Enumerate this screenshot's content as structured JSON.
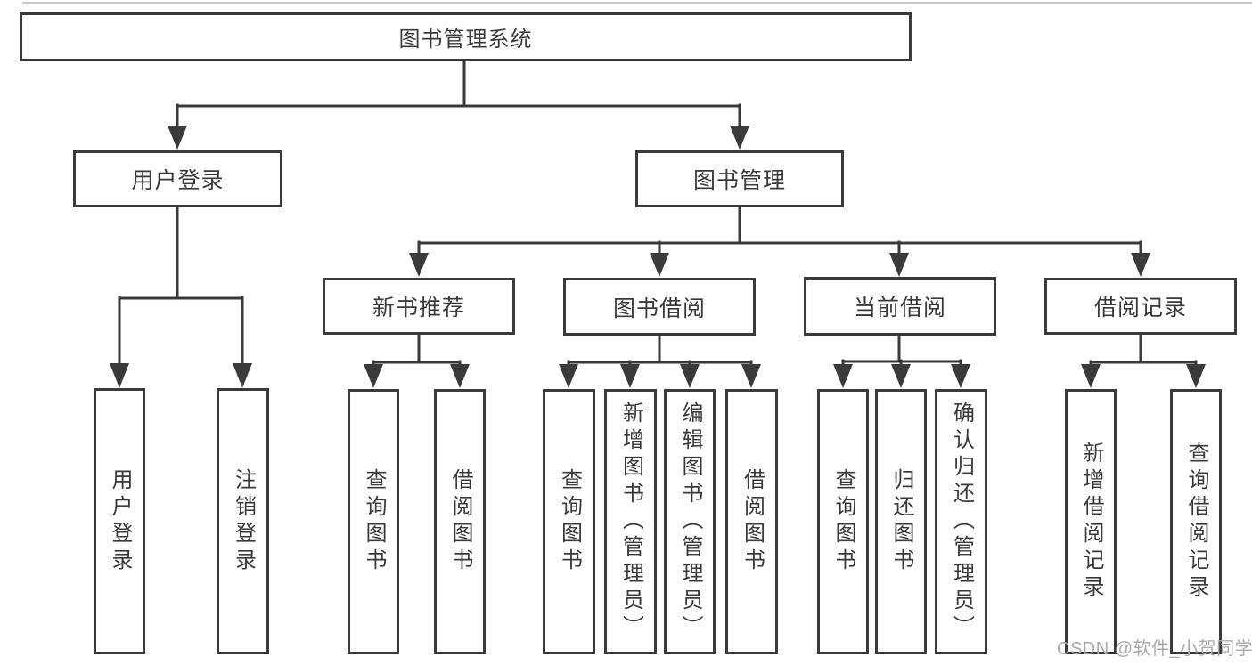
{
  "diagram": {
    "background": "#ffffff",
    "line_color": "#3a3a3d",
    "text_color": "#3a3a3d",
    "watermark": {
      "text": "CSDN @软件_小贺同学",
      "color": "#a9a9ad"
    },
    "tree": {
      "label": "图书管理系统",
      "children": [
        {
          "label": "用户登录",
          "children": [
            {
              "label": "用户登录"
            },
            {
              "label": "注销登录"
            }
          ]
        },
        {
          "label": "图书管理",
          "children": [
            {
              "label": "新书推荐",
              "children": [
                {
                  "label": "查询图书"
                },
                {
                  "label": "借阅图书"
                }
              ]
            },
            {
              "label": "图书借阅",
              "children": [
                {
                  "label": "查询图书"
                },
                {
                  "label": "新增图书（管理员）"
                },
                {
                  "label": "编辑图书（管理员）"
                },
                {
                  "label": "借阅图书"
                }
              ]
            },
            {
              "label": "当前借阅",
              "children": [
                {
                  "label": "查询图书"
                },
                {
                  "label": "归还图书"
                },
                {
                  "label": "确认归还（管理员）"
                }
              ]
            },
            {
              "label": "借阅记录",
              "children": [
                {
                  "label": "新增借阅记录"
                },
                {
                  "label": "查询借阅记录"
                }
              ]
            }
          ]
        }
      ]
    }
  }
}
